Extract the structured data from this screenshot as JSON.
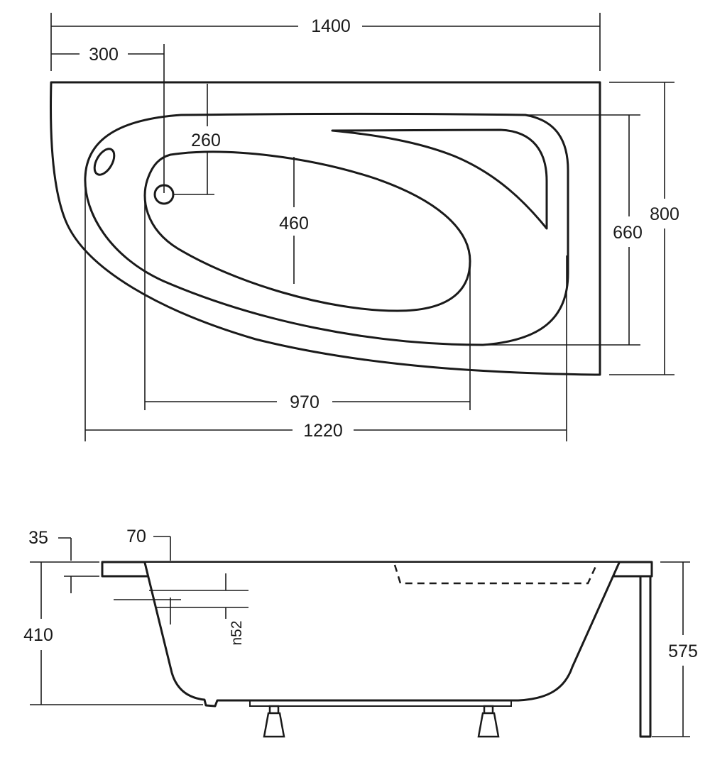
{
  "top_view": {
    "dimensions": {
      "overall_length": "1400",
      "drain_offset": "300",
      "drain_depth_offset": "260",
      "basin_width": "460",
      "overall_width": "800",
      "inner_width": "660",
      "basin_length": "970",
      "inner_length": "1220"
    }
  },
  "side_view": {
    "dimensions": {
      "rim_thickness": "35",
      "rim_overhang": "70",
      "overflow_offset": "n52",
      "tub_depth": "410",
      "total_height": "575"
    }
  }
}
